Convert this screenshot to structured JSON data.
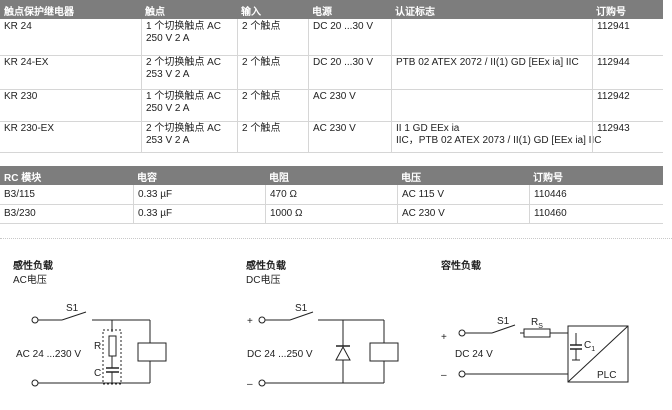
{
  "relay_table": {
    "headers": [
      "触点保护继电器",
      "触点",
      "输入",
      "电源",
      "认证标志",
      "订购号"
    ],
    "rows": [
      [
        "KR 24",
        "1 个切换触点 AC\n250 V 2 A",
        "2 个触点",
        "DC 20 ...30 V",
        "",
        "112941"
      ],
      [
        "KR 24-EX",
        "2 个切换触点 AC\n253 V 2 A",
        "2 个触点",
        "DC 20 ...30 V",
        "PTB 02 ATEX 2072 / II(1) GD [EEx ia] IIC",
        "112944"
      ],
      [
        "KR 230",
        "1 个切换触点 AC\n250 V 2 A",
        "2 个触点",
        "AC 230 V",
        "",
        "112942"
      ],
      [
        "KR 230-EX",
        "2 个切换触点 AC\n253 V 2 A",
        "2 个触点",
        "AC 230 V",
        "II 1 GD EEx ia\nIIC，PTB 02 ATEX 2073 / II(1) GD [EEx ia] IIC",
        "112943"
      ]
    ]
  },
  "rc_table": {
    "headers": [
      "RC 模块",
      "电容",
      "电阻",
      "电压",
      "订购号"
    ],
    "rows": [
      [
        "B3/115",
        "0.33 µF",
        "470 Ω",
        "AC 115 V",
        "110446"
      ],
      [
        "B3/230",
        "0.33 µF",
        "1000 Ω",
        "AC 230 V",
        "110460"
      ]
    ]
  },
  "diagrams": {
    "d1": {
      "title": "感性负载",
      "subtitle": "AC电压",
      "switch": "S1",
      "r": "R",
      "c": "C",
      "voltage": "AC 24 ...230 V"
    },
    "d2": {
      "title": "感性负载",
      "subtitle": "DC电压",
      "switch": "S1",
      "plus": "+",
      "minus": "–",
      "voltage": "DC 24 ...250 V"
    },
    "d3": {
      "title": "容性负载",
      "switch": "S1",
      "rs": "R",
      "rs_sub": "S",
      "c1": "C",
      "c1_sub": "1",
      "plus": "+",
      "minus": "–",
      "voltage": "DC 24 V",
      "plc": "PLC"
    }
  }
}
